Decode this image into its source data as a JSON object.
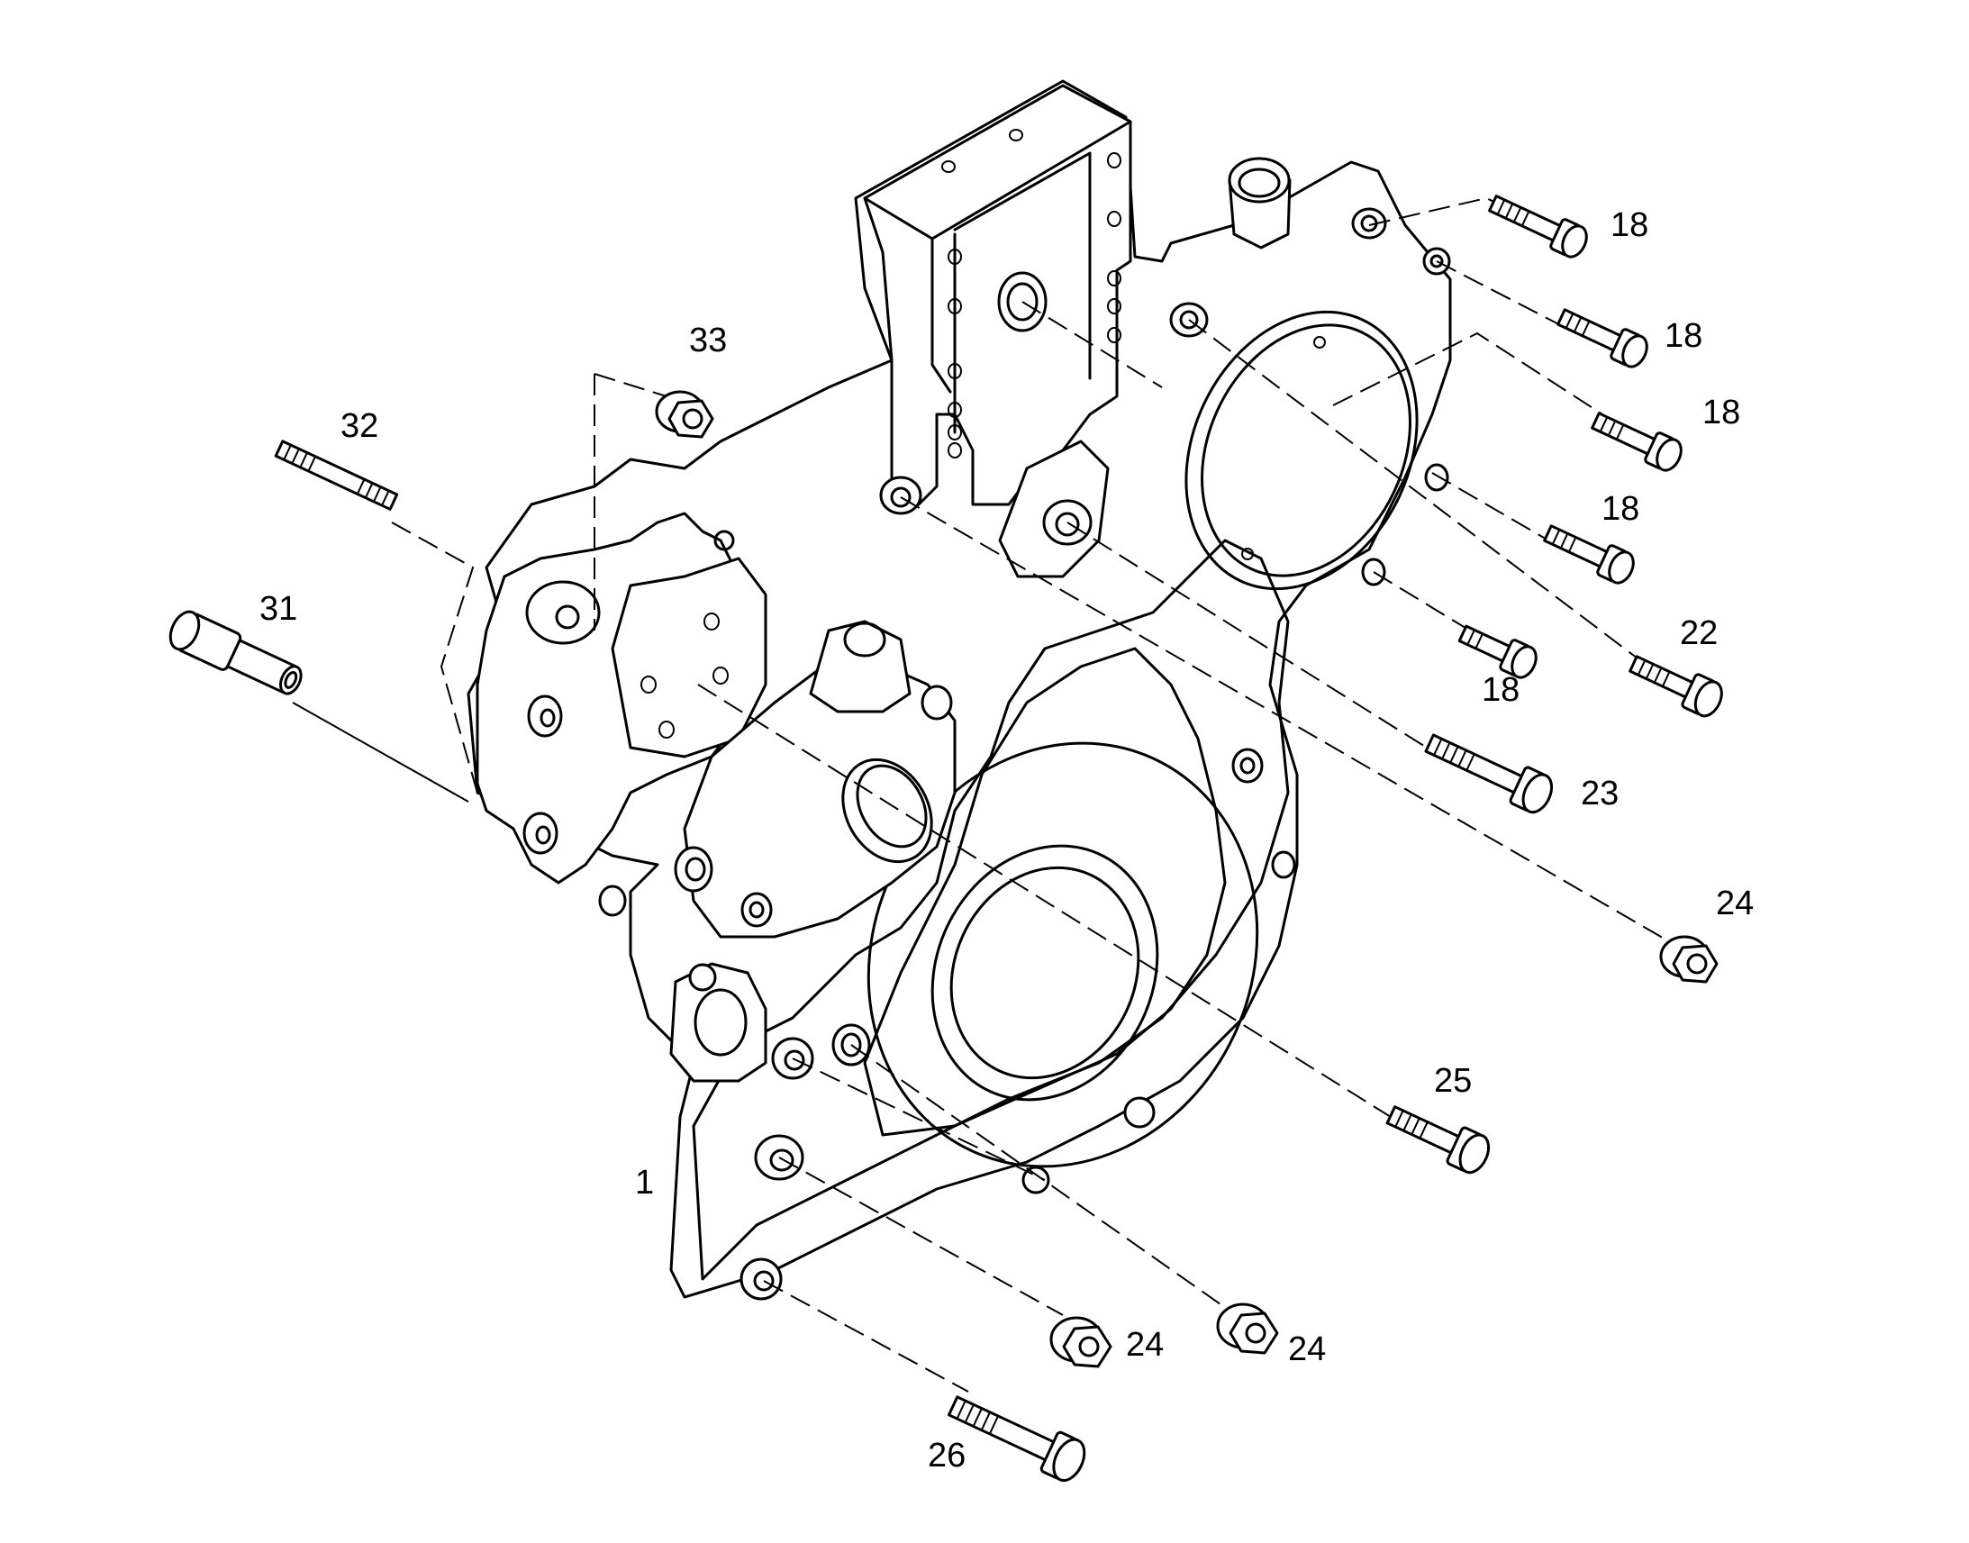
{
  "labels": {
    "p1": "1",
    "p18a": "18",
    "p18b": "18",
    "p18c": "18",
    "p18d": "18",
    "p18e": "18",
    "p22": "22",
    "p23": "23",
    "p24a": "24",
    "p24b": "24",
    "p24c": "24",
    "p25": "25",
    "p26": "26",
    "p31": "31",
    "p32": "32",
    "p33": "33"
  }
}
